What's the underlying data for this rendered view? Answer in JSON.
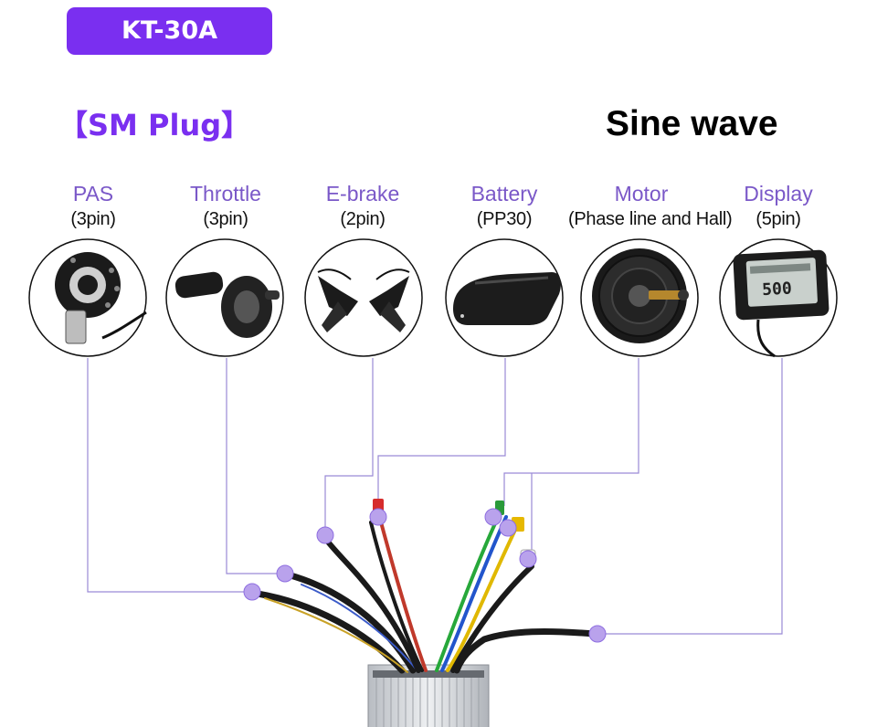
{
  "header": {
    "model_label": "KT-30A",
    "plug_label": "【SM Plug】",
    "waveform_label": "Sine wave"
  },
  "components": [
    {
      "name": "PAS",
      "spec": "(3pin)",
      "icon": "pas-sensor-icon"
    },
    {
      "name": "Throttle",
      "spec": "(3pin)",
      "icon": "thumb-throttle-icon"
    },
    {
      "name": "E-brake",
      "spec": "(2pin)",
      "icon": "brake-levers-icon"
    },
    {
      "name": "Battery",
      "spec": "(PP30)",
      "icon": "battery-pack-icon"
    },
    {
      "name": "Motor",
      "spec": "(Phase line and Hall)",
      "icon": "hub-motor-icon"
    },
    {
      "name": "Display",
      "spec": "(5pin)",
      "icon": "lcd-display-icon"
    }
  ],
  "display_screen_value": "500",
  "colors": {
    "accent_purple": "#7a2ff0",
    "label_purple": "#7a58c8",
    "connector_line": "#9a8ad6",
    "connector_dot": "#b9a2ec"
  }
}
